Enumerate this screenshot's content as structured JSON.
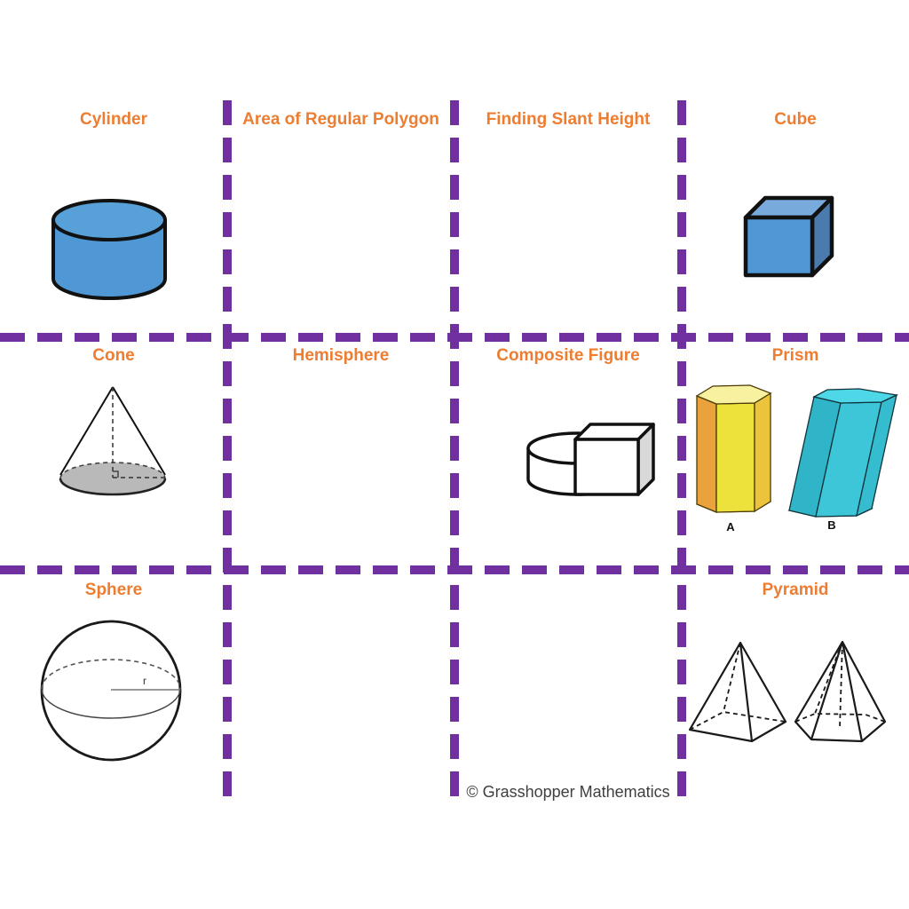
{
  "cells": {
    "cylinder": {
      "label": "Cylinder"
    },
    "area_polygon": {
      "label": "Area of Regular Polygon"
    },
    "slant_height": {
      "label": "Finding Slant Height"
    },
    "cube": {
      "label": "Cube"
    },
    "cone": {
      "label": "Cone"
    },
    "hemisphere": {
      "label": "Hemisphere"
    },
    "composite": {
      "label": "Composite Figure"
    },
    "prism": {
      "label": "Prism",
      "figure_a_label": "A",
      "figure_b_label": "B"
    },
    "sphere": {
      "label": "Sphere",
      "radius_label": "r"
    },
    "pyramid": {
      "label": "Pyramid"
    }
  },
  "footer": {
    "copyright": "© Grasshopper Mathematics"
  },
  "colors": {
    "title_orange": "#ED7D31",
    "grid_purple": "#7030A0",
    "copyright_gray": "#3F3F3F",
    "ink": "#111111",
    "shape_blue": "#4F98D5",
    "cylinder_top_blue": "#57A0D8",
    "cube_top_blue": "#79AADC",
    "cube_side_blue": "#4B7BAE",
    "cone_base_gray": "#B9B9B9",
    "box_side_gray": "#D9D9D9",
    "prism_a_top": "#F8F19F",
    "prism_a_yellow": "#EDE23B",
    "prism_a_orange": "#E9A23C",
    "prism_a_right": "#ECC33C",
    "prism_b_top": "#4ED7E6",
    "prism_b_cyan": "#3CC6D8",
    "prism_b_left": "#2FB4C8",
    "prism_b_right": "#35BCCE"
  }
}
